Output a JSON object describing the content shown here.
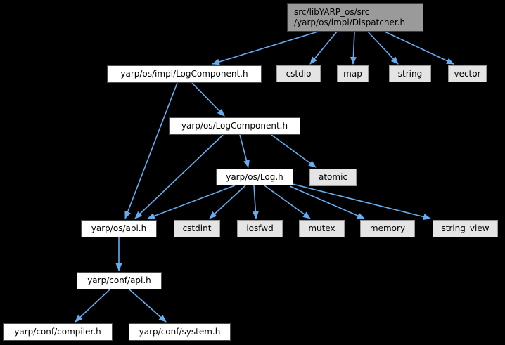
{
  "diagram": {
    "type": "include-dependency-graph",
    "colors": {
      "background": "#000000",
      "edge": "#63aef2",
      "node_fill": "#ffffff",
      "node_border": "#4a4a4a",
      "external_fill": "#e4e4e4",
      "external_border": "#9b9b9b",
      "current_fill": "#9a9a9a",
      "current_border": "#3c3c3c",
      "text": "#000000"
    },
    "nodes": [
      {
        "id": "dispatcher",
        "label": "src/libYARP_os/src\n/yarp/os/impl/Dispatcher.h",
        "kind": "current"
      },
      {
        "id": "impl-logcomponent",
        "label": "yarp/os/impl/LogComponent.h",
        "kind": "internal"
      },
      {
        "id": "cstdio",
        "label": "cstdio",
        "kind": "external"
      },
      {
        "id": "map",
        "label": "map",
        "kind": "external"
      },
      {
        "id": "string",
        "label": "string",
        "kind": "external"
      },
      {
        "id": "vector",
        "label": "vector",
        "kind": "external"
      },
      {
        "id": "os-logcomponent",
        "label": "yarp/os/LogComponent.h",
        "kind": "internal"
      },
      {
        "id": "os-log",
        "label": "yarp/os/Log.h",
        "kind": "internal"
      },
      {
        "id": "atomic",
        "label": "atomic",
        "kind": "external"
      },
      {
        "id": "os-api",
        "label": "yarp/os/api.h",
        "kind": "internal"
      },
      {
        "id": "cstdint",
        "label": "cstdint",
        "kind": "external"
      },
      {
        "id": "iosfwd",
        "label": "iosfwd",
        "kind": "external"
      },
      {
        "id": "mutex",
        "label": "mutex",
        "kind": "external"
      },
      {
        "id": "memory",
        "label": "memory",
        "kind": "external"
      },
      {
        "id": "string-view",
        "label": "string_view",
        "kind": "external"
      },
      {
        "id": "conf-api",
        "label": "yarp/conf/api.h",
        "kind": "internal"
      },
      {
        "id": "conf-compiler",
        "label": "yarp/conf/compiler.h",
        "kind": "internal"
      },
      {
        "id": "conf-system",
        "label": "yarp/conf/system.h",
        "kind": "internal"
      }
    ],
    "edges": [
      {
        "from": "dispatcher",
        "to": "impl-logcomponent"
      },
      {
        "from": "dispatcher",
        "to": "cstdio"
      },
      {
        "from": "dispatcher",
        "to": "map"
      },
      {
        "from": "dispatcher",
        "to": "string"
      },
      {
        "from": "dispatcher",
        "to": "vector"
      },
      {
        "from": "impl-logcomponent",
        "to": "os-logcomponent"
      },
      {
        "from": "impl-logcomponent",
        "to": "os-api"
      },
      {
        "from": "os-logcomponent",
        "to": "os-api"
      },
      {
        "from": "os-logcomponent",
        "to": "os-log"
      },
      {
        "from": "os-logcomponent",
        "to": "atomic"
      },
      {
        "from": "os-log",
        "to": "os-api"
      },
      {
        "from": "os-log",
        "to": "cstdint"
      },
      {
        "from": "os-log",
        "to": "iosfwd"
      },
      {
        "from": "os-log",
        "to": "mutex"
      },
      {
        "from": "os-log",
        "to": "memory"
      },
      {
        "from": "os-log",
        "to": "string-view"
      },
      {
        "from": "os-api",
        "to": "conf-api"
      },
      {
        "from": "conf-api",
        "to": "conf-compiler"
      },
      {
        "from": "conf-api",
        "to": "conf-system"
      }
    ]
  }
}
